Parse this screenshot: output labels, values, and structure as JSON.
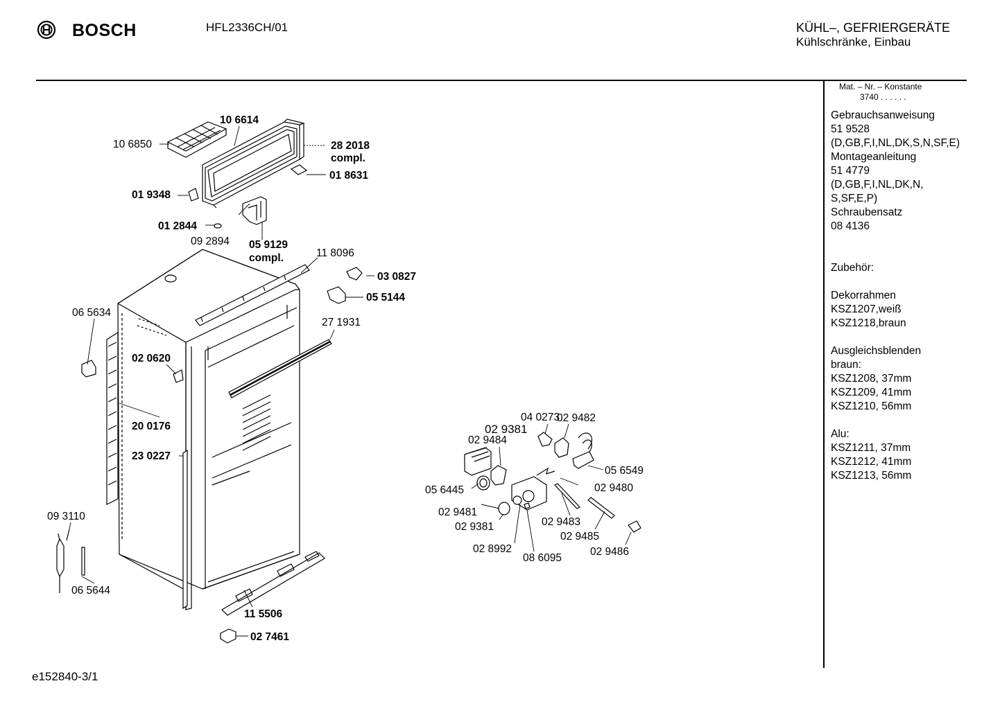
{
  "header": {
    "brand": "BOSCH",
    "model": "HFL2336CH/01",
    "category_line1": "KÜHL–, GEFRIERGERÄTE",
    "category_line2": "Kühlschränke, Einbau"
  },
  "sidebar": {
    "mat_label": "Mat. – Nr. – Konstante",
    "mat_value": "3740 . . . . . .",
    "lines": [
      "Gebrauchsanweisung",
      "51 9528",
      "(D,GB,F,I,NL,DK,S,N,SF,E)",
      "Montageanleitung",
      "51 4779",
      "(D,GB,F,I,NL,DK,N,",
      "S,SF,E,P)",
      "Schraubensatz",
      "08 4136",
      "",
      "",
      "Zubehör:",
      "",
      "Dekorrahmen",
      "KSZ1207,weiß",
      "KSZ1218,braun",
      "",
      "Ausgleichsblenden",
      "braun:",
      "KSZ1208, 37mm",
      "KSZ1209, 41mm",
      "KSZ1210, 56mm",
      "",
      "Alu:",
      "KSZ1211, 37mm",
      "KSZ1212, 41mm",
      "KSZ1213, 56mm"
    ]
  },
  "parts": {
    "p106614": "10 6614",
    "p106850": "10 6850",
    "p282018": "28 2018",
    "p282018b": "compl.",
    "p018631": "01 8631",
    "p019348": "01 9348",
    "p012844": "01 2844",
    "p092894": "09 2894",
    "p059129": "05 9129",
    "p059129b": "compl.",
    "p118096": "11 8096",
    "p030827": "03 0827",
    "p055144": "05 5144",
    "p065634": "06 5634",
    "p271931": "27 1931",
    "p020620": "02 0620",
    "p200176": "20 0176",
    "p230227": "23 0227",
    "p093110": "09 3110",
    "p065644": "06 5644",
    "p115506": "11 5506",
    "p027461": "02 7461",
    "p040273": "04 0273",
    "p029482": "02 9482",
    "p029381a": "02 9381",
    "p029484": "02 9484",
    "p056549": "05 6549",
    "p056445": "05 6445",
    "p029480": "02 9480",
    "p029481": "02 9481",
    "p029381b": "02 9381",
    "p029483": "02 9483",
    "p029485": "02 9485",
    "p028992": "02 8992",
    "p086095": "08 6095",
    "p029486": "02 9486"
  },
  "footer": {
    "code": "e152840-3/1"
  }
}
